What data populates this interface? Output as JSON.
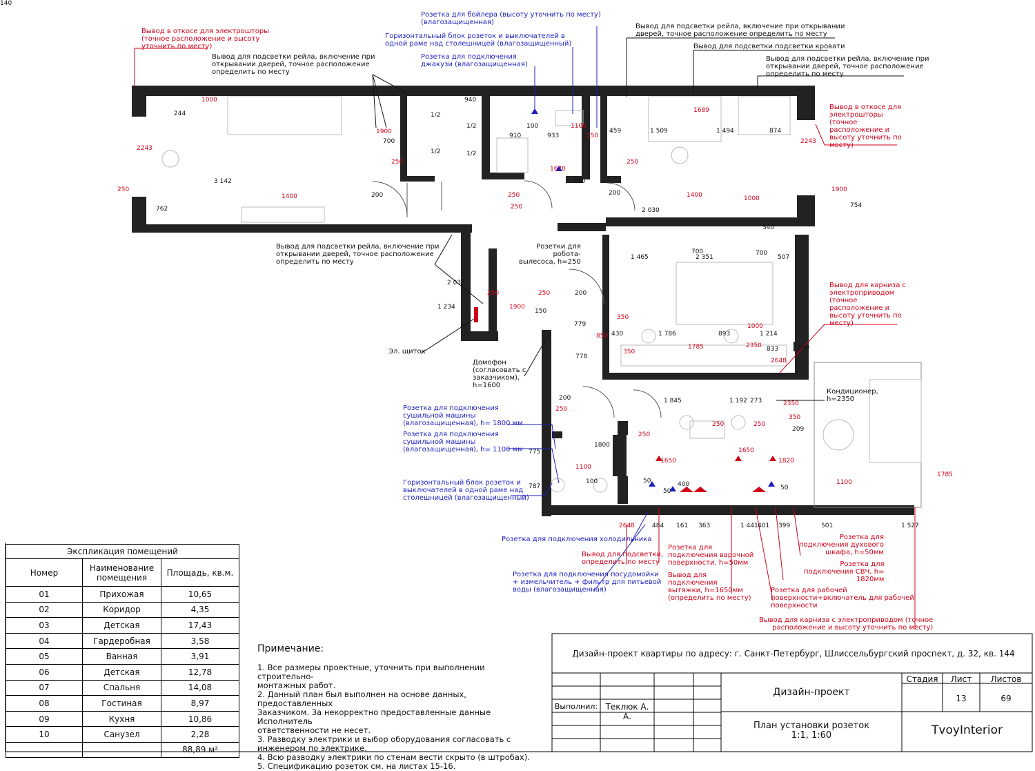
{
  "plan": {
    "notes_top": [
      {
        "color": "red",
        "lines": [
          "Вывод в откосе для электрошторы",
          "(точное расположение и высоту",
          "уточнить по месту)"
        ]
      },
      {
        "color": "black",
        "lines": [
          "Вывод для подсветки рейла, включение при",
          "открывании дверей, точное расположение",
          "определить по месту"
        ]
      },
      {
        "color": "blue",
        "lines": [
          "Розетка для бойлера (высоту уточнить по месту)",
          "(влагозащищенная)"
        ]
      },
      {
        "color": "blue",
        "lines": [
          "Горизонтальный блок розеток и выключателей в",
          "одной раме над столешницей (влагозащищенный)"
        ]
      },
      {
        "color": "blue",
        "lines": [
          "Розетка для подключения",
          "джакузи (влагозащищенная)"
        ]
      },
      {
        "color": "black",
        "lines": [
          "Вывод для подсветки рейла, включение при открывании",
          "дверей, точное расположение определить по месту"
        ]
      },
      {
        "color": "black",
        "lines": [
          "Вывод для подсветки подсветки кровати"
        ]
      },
      {
        "color": "black",
        "lines": [
          "Вывод для подсветки рейла, включение при",
          "открывании дверей, точное расположение",
          "определить по месту"
        ]
      },
      {
        "color": "red",
        "lines": [
          "Вывод в откосе для",
          "электрошторы",
          "(точное",
          "расположение и",
          "высоту уточнить по",
          "месту)"
        ]
      },
      {
        "color": "black",
        "lines": [
          "Вывод для подсветки рейла, включение при",
          "открывании дверей, точное расположение",
          "определить по месту"
        ]
      },
      {
        "color": "black",
        "lines": [
          "Розетки для",
          "робота-",
          "вылесоса, h=250"
        ]
      },
      {
        "color": "red",
        "lines": [
          "Вывод для карниза с",
          "электроприводом",
          "(точное",
          "расположение и",
          "высоту уточнить по",
          "месту)"
        ]
      },
      {
        "color": "black",
        "lines": [
          "Эл. щиток"
        ]
      },
      {
        "color": "black",
        "lines": [
          "Домофон",
          "(согласовать с",
          "заказчиком),",
          "h=1600"
        ]
      },
      {
        "color": "black",
        "lines": [
          "Кондиционер,",
          "h=2350"
        ]
      },
      {
        "color": "blue",
        "lines": [
          "Розетка для подключения",
          "сушильной машины",
          "(влагозащищенная), h= 1800 мм"
        ]
      },
      {
        "color": "blue",
        "lines": [
          "Розетка для подключения",
          "сушильной машины",
          "(влагозащищенная), h= 1100 мм"
        ]
      },
      {
        "color": "blue",
        "lines": [
          "Горизонтальный блок розеток и",
          "выключателей в одной раме над",
          "столешницей (влагозащищенный)"
        ]
      },
      {
        "color": "blue",
        "lines": [
          "Розетка для подключения холодильника"
        ]
      },
      {
        "color": "red",
        "lines": [
          "Вывод для подсветки,",
          "определить по месту"
        ]
      },
      {
        "color": "blue",
        "lines": [
          "Розетка для подключения посудомойки",
          "+ измельчитель + фильтр для питьевой",
          "воды (влагозащищенная)"
        ]
      },
      {
        "color": "red",
        "lines": [
          "Розетка для",
          "подключения варочной",
          "поверхности, h=50мм"
        ]
      },
      {
        "color": "red",
        "lines": [
          "Вывод для",
          "подключения",
          "вытяжки, h=1650мм",
          "(определить по месту)"
        ]
      },
      {
        "color": "red",
        "lines": [
          "Розетка для",
          "подключения духового",
          "шкафа, h=50мм"
        ]
      },
      {
        "color": "red",
        "lines": [
          "Розетка для",
          "подключения СВЧ, h=",
          "1820мм"
        ]
      },
      {
        "color": "red",
        "lines": [
          "Розетка для рабочей",
          "поверхности+включатель для рабочей",
          "поверхности"
        ]
      },
      {
        "color": "red",
        "lines": [
          "Вывод для карниза с электроприводом (точное",
          "расположение и высоту уточнить по месту)"
        ]
      }
    ],
    "dims": [
      "1000",
      "244",
      "2243",
      "250",
      "3 142",
      "762",
      "1400",
      "700",
      "1900",
      "940",
      "1/2",
      "1/2",
      "1/2",
      "1/2",
      "200",
      "910",
      "933",
      "250",
      "459",
      "1 509",
      "1 494",
      "874",
      "2243",
      "1689",
      "100",
      "1100",
      "1670",
      "150",
      "250",
      "200",
      "250",
      "1400",
      "1000",
      "754",
      "340",
      "2 030",
      "250",
      "250",
      "1900",
      "1 465",
      "2 351",
      "507",
      "700",
      "700",
      "2 035",
      "1 234",
      "250",
      "1900",
      "150",
      "250",
      "200",
      "779",
      "778",
      "350",
      "850",
      "430",
      "1 786",
      "893",
      "1 214",
      "1785",
      "350",
      "1000",
      "2350",
      "833",
      "140",
      "2648",
      "1 845",
      "1 192",
      "273",
      "2350",
      "350",
      "209",
      "250",
      "250",
      "250",
      "200",
      "250",
      "775",
      "787",
      "1800",
      "1100",
      "100",
      "1650",
      "1650",
      "1820",
      "50",
      "50",
      "50",
      "400",
      "1100",
      "1785",
      "2648",
      "484",
      "161",
      "363",
      "1 441",
      "401",
      "399",
      "501",
      "1 527",
      "140"
    ]
  },
  "explication": {
    "title": "Экспликация помещений",
    "headers": [
      "Номер",
      "Наименование помещения",
      "Площадь, кв.м."
    ],
    "rows": [
      [
        "01",
        "Прихожая",
        "10,65"
      ],
      [
        "02",
        "Коридор",
        "4,35"
      ],
      [
        "03",
        "Детская",
        "17,43"
      ],
      [
        "04",
        "Гардеробная",
        "3,58"
      ],
      [
        "05",
        "Ванная",
        "3,91"
      ],
      [
        "06",
        "Детская",
        "12,78"
      ],
      [
        "07",
        "Спальня",
        "14,08"
      ],
      [
        "08",
        "Гостиная",
        "8,97"
      ],
      [
        "09",
        "Кухня",
        "10,86"
      ],
      [
        "10",
        "Санузел",
        "2,28"
      ]
    ],
    "total": "88,89 м²"
  },
  "notes": {
    "title": "Примечание:",
    "lines": [
      "1. Все размеры проектные, уточнить при выполнении строительно-",
      "монтажных работ.",
      "2. Данный план был выполнен на основе данных, предоставленных",
      "Заказчиком. За некорректно предоставленные данные Исполнитель",
      "ответственности не несет.",
      "3. Разводку электрики и выбор оборудования согласовать с",
      "инженером по электрике.",
      "4. Всю разводку электрики по стенам вести скрыто (в штробах).",
      "5. Спецификацию розеток см. на листах 15-16."
    ]
  },
  "stamp": {
    "address": "Дизайн-проект квартиры по адресу: г. Санкт-Петербург, Шлиссельбургский проспект, д. 32, кв. 144",
    "stage_label": "Стадия",
    "sheet_label": "Лист",
    "sheets_label": "Листов",
    "project": "Дизайн-проект",
    "sheet": "13",
    "sheets": "69",
    "performer_label": "Выполнил:",
    "performer": "Теклюк А. А.",
    "drawing_title_1": "План установки розеток",
    "drawing_title_2": "1:1, 1:60",
    "company": "TvoyInterior"
  }
}
